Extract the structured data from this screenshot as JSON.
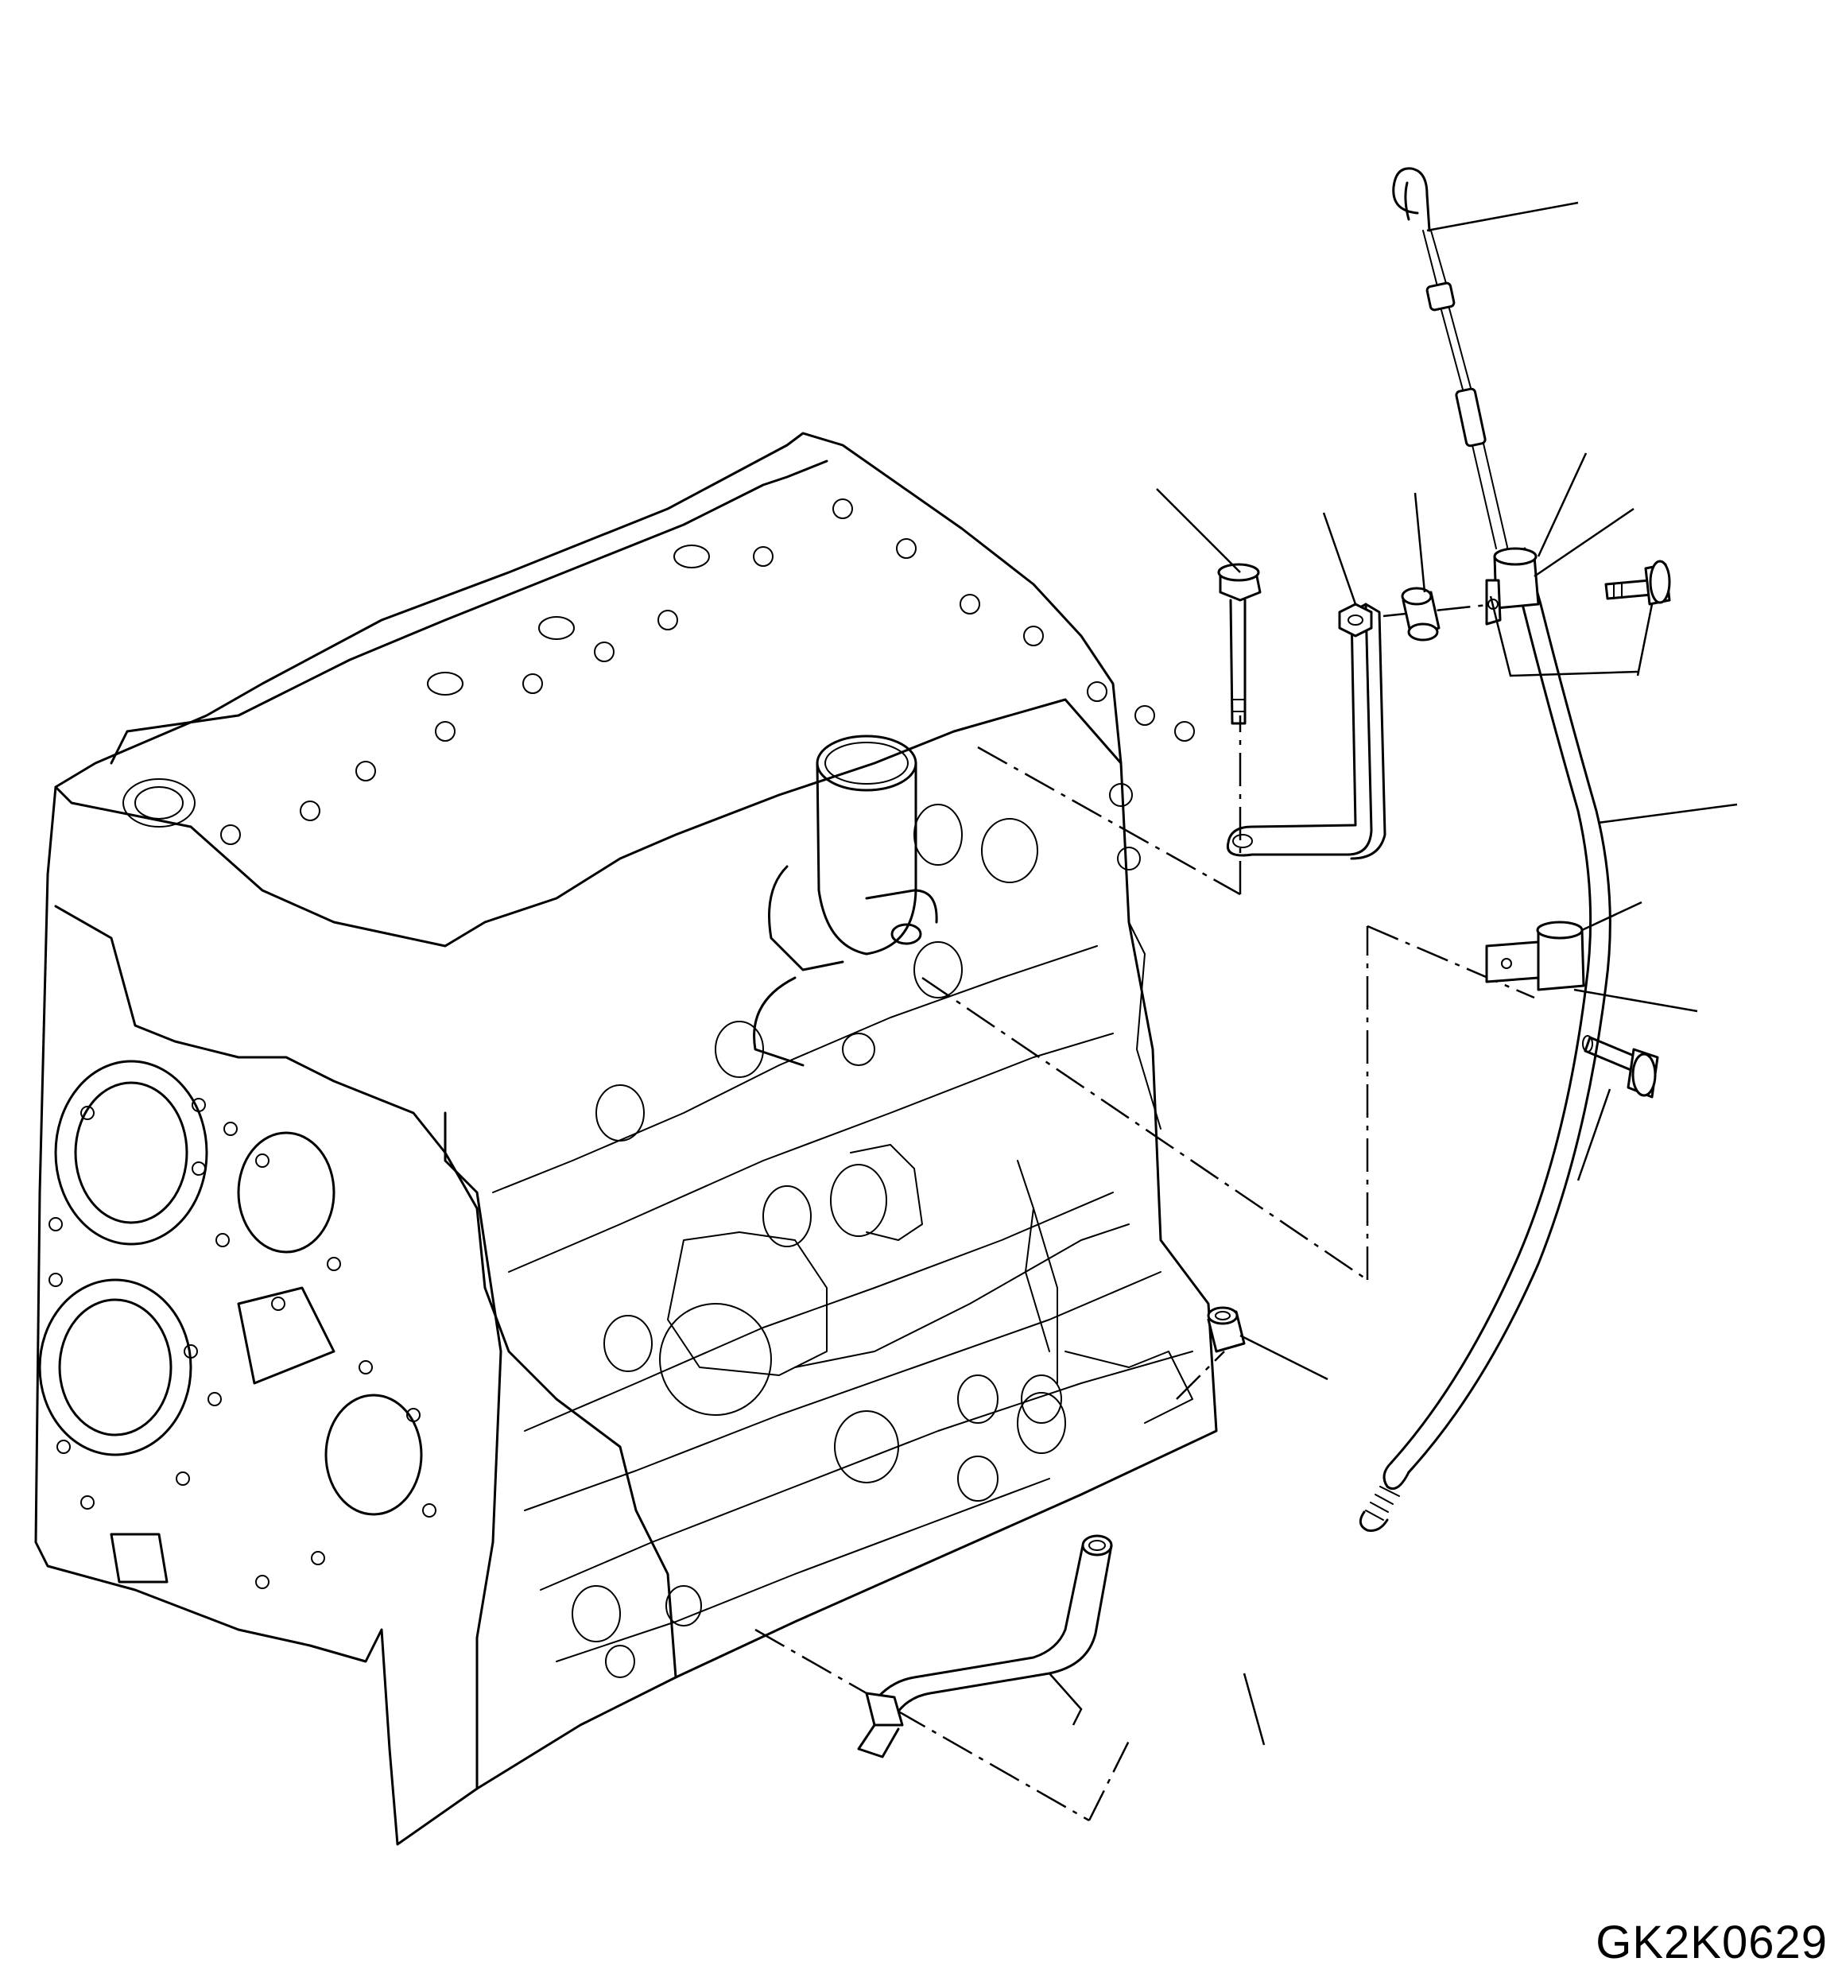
{
  "drawing": {
    "code": "GK2K0629"
  },
  "colors": {
    "line": "#000000",
    "background": "#ffffff"
  },
  "parts": [
    {
      "name": "dipstick-handle"
    },
    {
      "name": "dipstick-guide-tube"
    },
    {
      "name": "guide-clamp-upper"
    },
    {
      "name": "guide-clamp-lower"
    },
    {
      "name": "bracket"
    },
    {
      "name": "spacer"
    },
    {
      "name": "bolt"
    },
    {
      "name": "plug"
    },
    {
      "name": "lower-tube"
    },
    {
      "name": "engine-block"
    }
  ]
}
